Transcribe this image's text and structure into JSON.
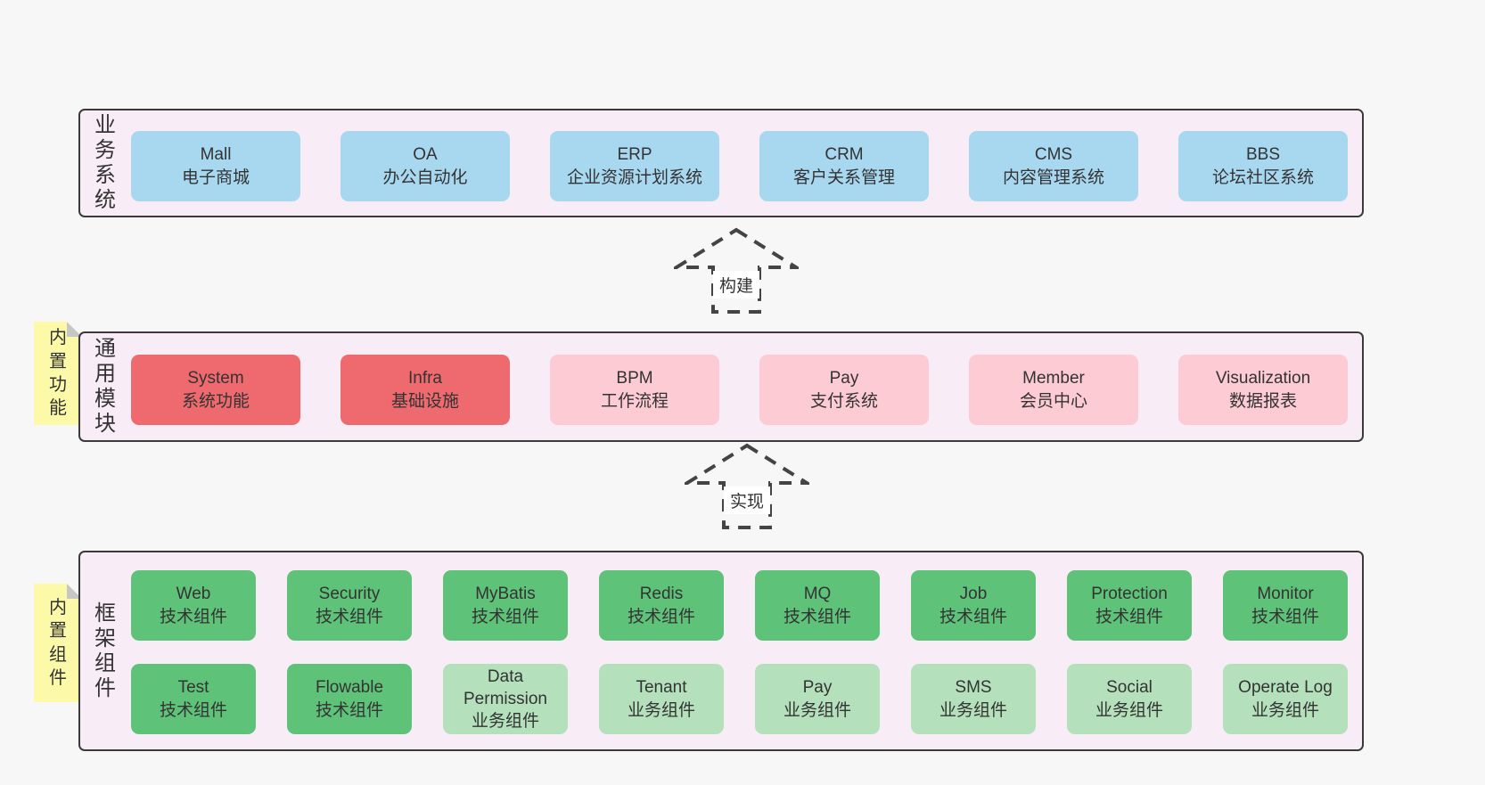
{
  "diagram": {
    "arrows": [
      {
        "label": "构建"
      },
      {
        "label": "实现"
      }
    ],
    "layers": [
      {
        "label": "业务系统",
        "sticky": null,
        "rows": [
          [
            {
              "en": "Mall",
              "zh": "电子商城",
              "color": "blue"
            },
            {
              "en": "OA",
              "zh": "办公自动化",
              "color": "blue"
            },
            {
              "en": "ERP",
              "zh": "企业资源计划系统",
              "color": "blue"
            },
            {
              "en": "CRM",
              "zh": "客户关系管理",
              "color": "blue"
            },
            {
              "en": "CMS",
              "zh": "内容管理系统",
              "color": "blue"
            },
            {
              "en": "BBS",
              "zh": "论坛社区系统",
              "color": "blue"
            }
          ]
        ]
      },
      {
        "label": "通用模块",
        "sticky": "内置功能",
        "rows": [
          [
            {
              "en": "System",
              "zh": "系统功能",
              "color": "red"
            },
            {
              "en": "Infra",
              "zh": "基础设施",
              "color": "red"
            },
            {
              "en": "BPM",
              "zh": "工作流程",
              "color": "pink"
            },
            {
              "en": "Pay",
              "zh": "支付系统",
              "color": "pink"
            },
            {
              "en": "Member",
              "zh": "会员中心",
              "color": "pink"
            },
            {
              "en": "Visualization",
              "zh": "数据报表",
              "color": "pink"
            }
          ]
        ]
      },
      {
        "label": "框架组件",
        "sticky": "内置组件",
        "rows": [
          [
            {
              "en": "Web",
              "zh": "技术组件",
              "color": "green"
            },
            {
              "en": "Security",
              "zh": "技术组件",
              "color": "green"
            },
            {
              "en": "MyBatis",
              "zh": "技术组件",
              "color": "green"
            },
            {
              "en": "Redis",
              "zh": "技术组件",
              "color": "green"
            },
            {
              "en": "MQ",
              "zh": "技术组件",
              "color": "green"
            },
            {
              "en": "Job",
              "zh": "技术组件",
              "color": "green"
            },
            {
              "en": "Protection",
              "zh": "技术组件",
              "color": "green"
            },
            {
              "en": "Monitor",
              "zh": "技术组件",
              "color": "green"
            }
          ],
          [
            {
              "en": "Test",
              "zh": "技术组件",
              "color": "green"
            },
            {
              "en": "Flowable",
              "zh": "技术组件",
              "color": "green"
            },
            {
              "en": "Data Permission",
              "zh": "业务组件",
              "color": "lightgreen"
            },
            {
              "en": "Tenant",
              "zh": "业务组件",
              "color": "lightgreen"
            },
            {
              "en": "Pay",
              "zh": "业务组件",
              "color": "lightgreen"
            },
            {
              "en": "SMS",
              "zh": "业务组件",
              "color": "lightgreen"
            },
            {
              "en": "Social",
              "zh": "业务组件",
              "color": "lightgreen"
            },
            {
              "en": "Operate Log",
              "zh": "业务组件",
              "color": "lightgreen"
            }
          ]
        ]
      }
    ]
  },
  "colors": {
    "blue": "#a8d8f0",
    "red": "#ee6a6e",
    "pink": "#fccbd4",
    "green": "#5fc279",
    "lightgreen": "#b4e1bc",
    "page_bg": "#f7f7f7",
    "container_bg": "#f8edf6",
    "sticky_bg": "#fcfaa8",
    "border": "#3a3a3a"
  }
}
